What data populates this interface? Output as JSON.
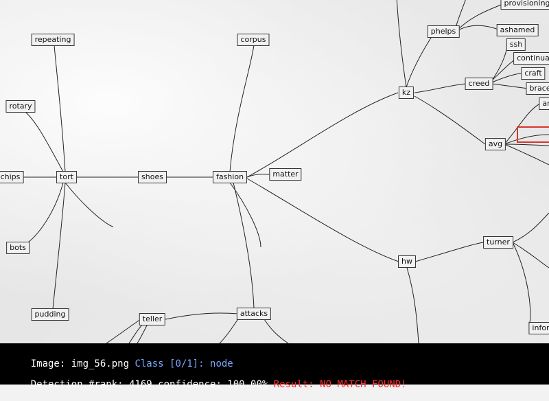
{
  "nodes": [
    {
      "id": "repeating",
      "label": "repeating"
    },
    {
      "id": "rotary",
      "label": "rotary"
    },
    {
      "id": "chips",
      "label": "chips"
    },
    {
      "id": "tort",
      "label": "tort"
    },
    {
      "id": "shoes",
      "label": "shoes"
    },
    {
      "id": "fashion",
      "label": "fashion"
    },
    {
      "id": "corpus",
      "label": "corpus"
    },
    {
      "id": "matter",
      "label": "matter"
    },
    {
      "id": "bots",
      "label": "bots"
    },
    {
      "id": "pudding",
      "label": "pudding"
    },
    {
      "id": "teller",
      "label": "teller"
    },
    {
      "id": "attacks",
      "label": "attacks"
    },
    {
      "id": "kz",
      "label": "kz"
    },
    {
      "id": "phelps",
      "label": "phelps"
    },
    {
      "id": "provisioning",
      "label": "provisioning"
    },
    {
      "id": "ashamed",
      "label": "ashamed"
    },
    {
      "id": "ssh",
      "label": "ssh"
    },
    {
      "id": "continua",
      "label": "continua"
    },
    {
      "id": "craft",
      "label": "craft"
    },
    {
      "id": "creed",
      "label": "creed"
    },
    {
      "id": "brace",
      "label": "brace"
    },
    {
      "id": "ar",
      "label": "ar"
    },
    {
      "id": "avg",
      "label": "avg"
    },
    {
      "id": "hw",
      "label": "hw"
    },
    {
      "id": "turner",
      "label": "turner"
    },
    {
      "id": "infor",
      "label": "infor"
    }
  ],
  "status": {
    "line1_prefix": "Image: img_56.png ",
    "line1_class": "Class [0/1]: node",
    "line2_prefix": "Detection #rank: 4169 confidence: 100.00% ",
    "line2_result": "Result: NO MATCH FOUND!"
  }
}
